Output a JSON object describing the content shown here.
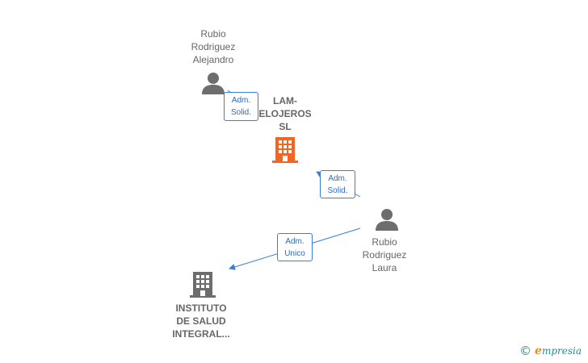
{
  "nodes": {
    "person_alejandro": {
      "label": "Rubio\nRodriguez\nAlejandro",
      "type": "person"
    },
    "company_lam": {
      "label": "LAM-\nELOJEROS\nSL",
      "type": "company",
      "color": "#f26522"
    },
    "person_laura": {
      "label": "Rubio\nRodriguez\nLaura",
      "type": "person"
    },
    "company_instituto": {
      "label": "INSTITUTO\nDE SALUD\nINTEGRAL...",
      "type": "company",
      "color": "#6d6d6d"
    }
  },
  "edges": {
    "alejandro_to_lam": {
      "label": "Adm.\nSolid."
    },
    "laura_to_lam": {
      "label": "Adm.\nSolid."
    },
    "laura_to_instituto": {
      "label": "Adm.\nUnico"
    }
  },
  "colors": {
    "edge": "#3a7fd5",
    "person_icon": "#6d6d6d"
  },
  "watermark": {
    "copyright": "©",
    "brand_initial": "e",
    "brand_rest": "mpresia"
  }
}
